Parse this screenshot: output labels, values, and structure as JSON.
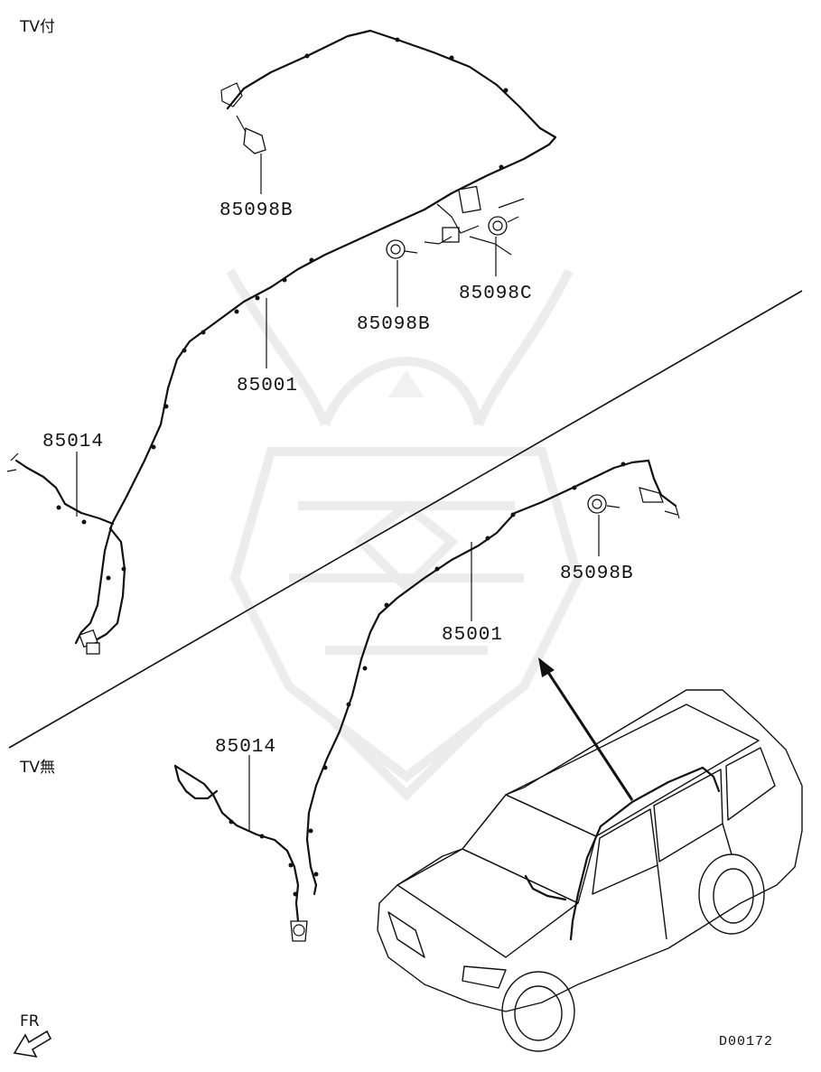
{
  "sections": {
    "with_tv": "TV付",
    "without_tv": "TV無"
  },
  "parts": {
    "top_85098B_a": "85098B",
    "top_85098C": "85098C",
    "top_85098B_b": "85098B",
    "top_85001": "85001",
    "top_85014": "85014",
    "bottom_85098B": "85098B",
    "bottom_85001": "85001",
    "bottom_85014": "85014"
  },
  "direction": "FR",
  "diagram_code": "D00172",
  "icons": {
    "front_arrow": "front-direction-arrow-icon",
    "vehicle": "suv-outline"
  }
}
